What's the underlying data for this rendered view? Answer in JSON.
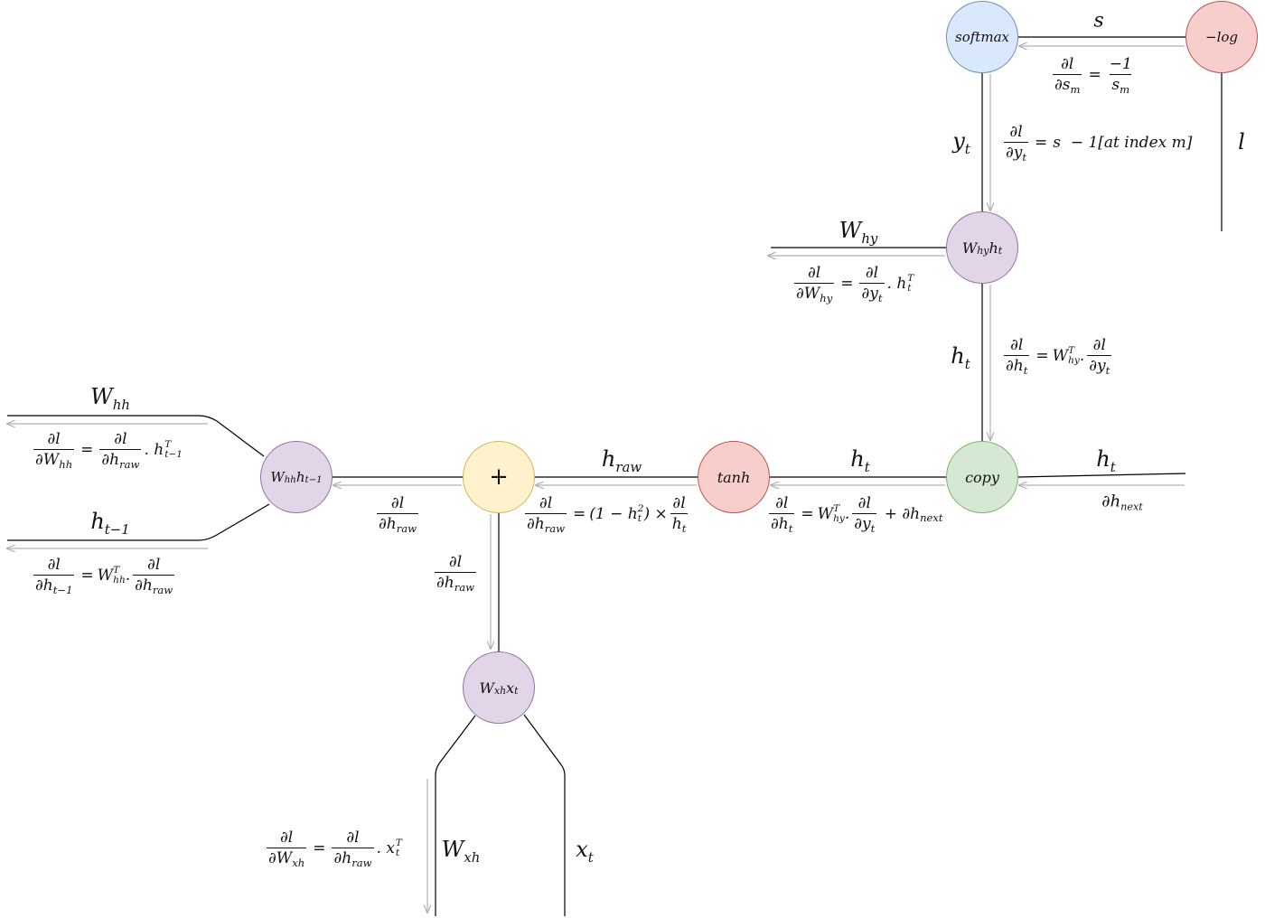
{
  "colors": {
    "wire": "#000000",
    "grad_arrow": "#b0b0b0",
    "softmax_fill": "#dae8fc",
    "softmax_stroke": "#6c8ebf",
    "neglog_fill": "#f8cecc",
    "neglog_stroke": "#b85450",
    "purple_fill": "#e1d5e7",
    "purple_stroke": "#9673a6",
    "plus_fill": "#fff2cc",
    "plus_stroke": "#d6b656",
    "tanh_fill": "#f8cecc",
    "tanh_stroke": "#b85450",
    "copy_fill": "#d5e8d4",
    "copy_stroke": "#82b366"
  },
  "nodes": {
    "softmax": {
      "text": "softmax"
    },
    "neglog": {
      "text": "−log"
    },
    "why_ht": {
      "base1": "W",
      "sub1": "hy",
      "base2": "h",
      "sub2": "t"
    },
    "copy": {
      "text": "copy"
    },
    "tanh": {
      "text": "tanh"
    },
    "plus": {
      "text": "+"
    },
    "whh_ht1": {
      "base1": "W",
      "sub1": "hh",
      "base2": "h",
      "sub2": "t−1"
    },
    "wxh_xt": {
      "base1": "W",
      "sub1": "xh",
      "base2": "x",
      "sub2": "t"
    }
  },
  "labels": {
    "s": {
      "base": "s",
      "sub": ""
    },
    "l": {
      "base": "l",
      "sub": ""
    },
    "y_t": {
      "base": "y",
      "sub": "t"
    },
    "W_hy": {
      "base": "W",
      "sub": "hy"
    },
    "h_t_vertical": {
      "base": "h",
      "sub": "t"
    },
    "h_t_copy_left": {
      "base": "h",
      "sub": "t"
    },
    "h_t_right": {
      "base": "h",
      "sub": "t"
    },
    "h_raw": {
      "base": "h",
      "sub": "raw"
    },
    "W_hh": {
      "base": "W",
      "sub": "hh"
    },
    "h_t_minus_1": {
      "base": "h",
      "sub": "t−1"
    },
    "W_xh": {
      "base": "W",
      "sub": "xh"
    },
    "x_t": {
      "base": "x",
      "sub": "t"
    },
    "dh_next": {
      "base": "∂h",
      "sub": "next"
    }
  },
  "equations": {
    "dl_dsm": {
      "num": "∂l",
      "den": "∂s",
      "den_sub": "m",
      "rhs_num": "−1",
      "rhs_den": "s",
      "rhs_den_sub": "m"
    },
    "dl_dyt": {
      "num": "∂l",
      "den": "∂y",
      "den_sub": "t",
      "rhs": "s  − 1[at index m]"
    },
    "dl_dWhy": {
      "num": "∂l",
      "den": "∂W",
      "den_sub": "hy",
      "r_num": "∂l",
      "r_den": "∂y",
      "r_den_sub": "t",
      "tail": ". h",
      "tail_sup": "T",
      "tail_sub": "t"
    },
    "dl_dht_vert": {
      "num": "∂l",
      "den": "∂h",
      "den_sub": "t",
      "pre": "W",
      "pre_sup": "T",
      "pre_sub": "hy",
      "r_num": "∂l",
      "r_den": "∂y",
      "r_den_sub": "t"
    },
    "dl_dht_horiz": {
      "num": "∂l",
      "den": "∂h",
      "den_sub": "t",
      "pre": "W",
      "pre_sup": "T",
      "pre_sub": "hy",
      "r_num": "∂l",
      "r_den": "∂y",
      "r_den_sub": "t",
      "tail": " + ∂h",
      "tail_sub": "next"
    },
    "dl_dhraw_tanh": {
      "num": "∂l",
      "den": "∂h",
      "den_sub": "raw",
      "mid": "(1 − h",
      "mid_sup": "2",
      "mid_sub": "t",
      "mid_end": ") ×",
      "r_num": "∂l",
      "r_den": "h",
      "r_den_sub": "t"
    },
    "dl_dhraw_left": {
      "num": "∂l",
      "den": "∂h",
      "den_sub": "raw"
    },
    "dl_dhraw_down": {
      "num": "∂l",
      "den": "∂h",
      "den_sub": "raw"
    },
    "dl_dWhh": {
      "num": "∂l",
      "den": "∂W",
      "den_sub": "hh",
      "r_num": "∂l",
      "r_den": "∂h",
      "r_den_sub": "raw",
      "tail": ". h",
      "tail_sup": "T",
      "tail_sub": "t−1"
    },
    "dl_dht1": {
      "num": "∂l",
      "den": "∂h",
      "den_sub": "t−1",
      "pre": "W",
      "pre_sup": "T",
      "pre_sub": "hh",
      "r_num": "∂l",
      "r_den": "∂h",
      "r_den_sub": "raw"
    },
    "dl_dWxh": {
      "num": "∂l",
      "den": "∂W",
      "den_sub": "xh",
      "r_num": "∂l",
      "r_den": "∂h",
      "r_den_sub": "raw",
      "tail": ". x",
      "tail_sup": "T",
      "tail_sub": "t"
    }
  }
}
